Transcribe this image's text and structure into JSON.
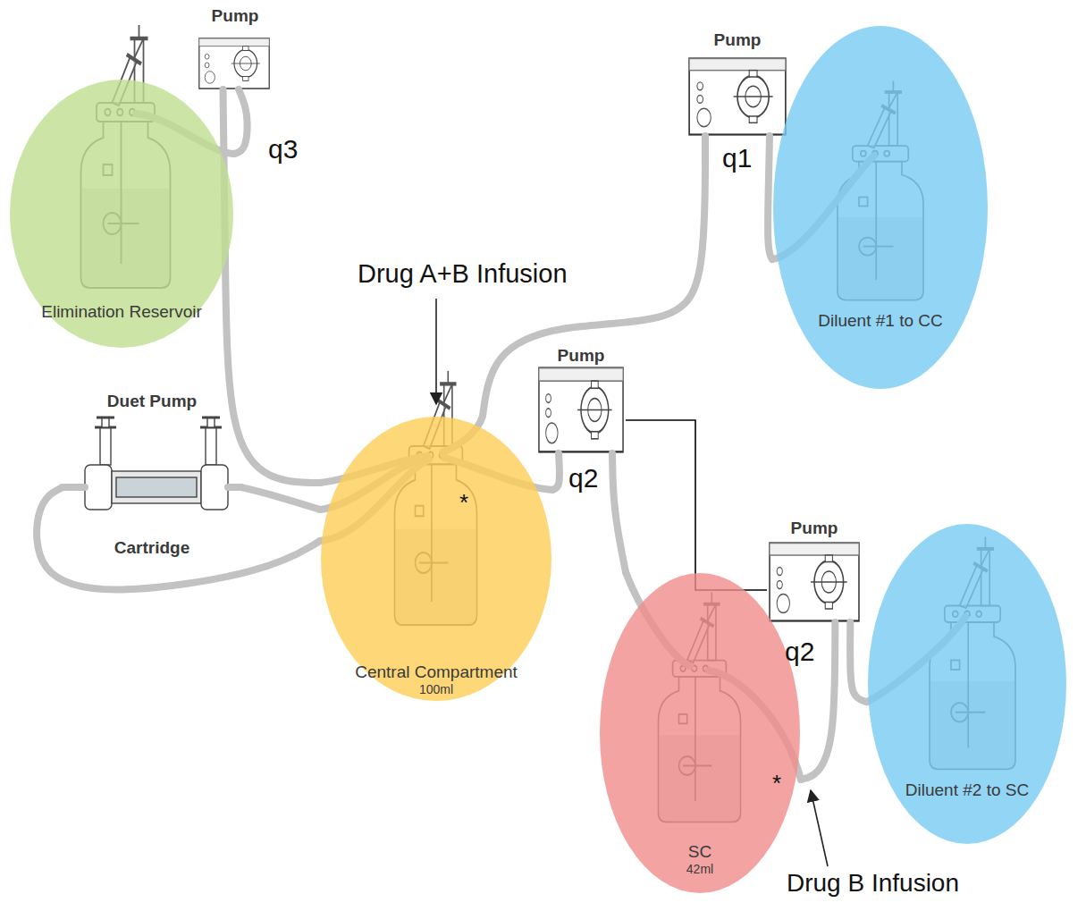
{
  "diagram": {
    "nodes": [
      {
        "text": [
          "Elimination Reservoir"
        ]
      },
      {
        "text": [
          "Pump"
        ]
      },
      {
        "text": [
          "Pump"
        ]
      },
      {
        "text": [
          "Diluent #1 to CC"
        ]
      },
      {
        "text": [
          "Duet Pump",
          "Cartridge"
        ]
      },
      {
        "text": [
          "Central Compartment",
          "100ml"
        ]
      },
      {
        "text": [
          "Pump"
        ]
      },
      {
        "text": [
          "Pump"
        ]
      },
      {
        "text": [
          "SC",
          "42ml"
        ]
      },
      {
        "text": [
          "Diluent #2 to SC"
        ]
      }
    ],
    "edges": [
      {
        "from": 0,
        "to": 1,
        "arrow": "none"
      },
      {
        "from": 1,
        "to": 5,
        "arrow": "none"
      },
      {
        "from": 3,
        "to": 2,
        "arrow": "none"
      },
      {
        "from": 2,
        "to": 5,
        "arrow": "none"
      },
      {
        "from": 4,
        "to": 5,
        "arrow": "none"
      },
      {
        "from": 4,
        "to": 5,
        "arrow": "none"
      },
      {
        "from": 5,
        "to": 6,
        "arrow": "none"
      },
      {
        "from": 6,
        "to": 8,
        "arrow": "none"
      },
      {
        "from": 9,
        "to": 7,
        "arrow": "none"
      },
      {
        "from": 7,
        "to": 8,
        "arrow": "none"
      },
      {
        "from": 6,
        "to": 7,
        "arrow": "none"
      }
    ],
    "labels": [
      "q3",
      "q1",
      "Drug A+B Infusion",
      "*",
      "q2",
      "q2",
      "*",
      "Drug B Infusion"
    ]
  }
}
